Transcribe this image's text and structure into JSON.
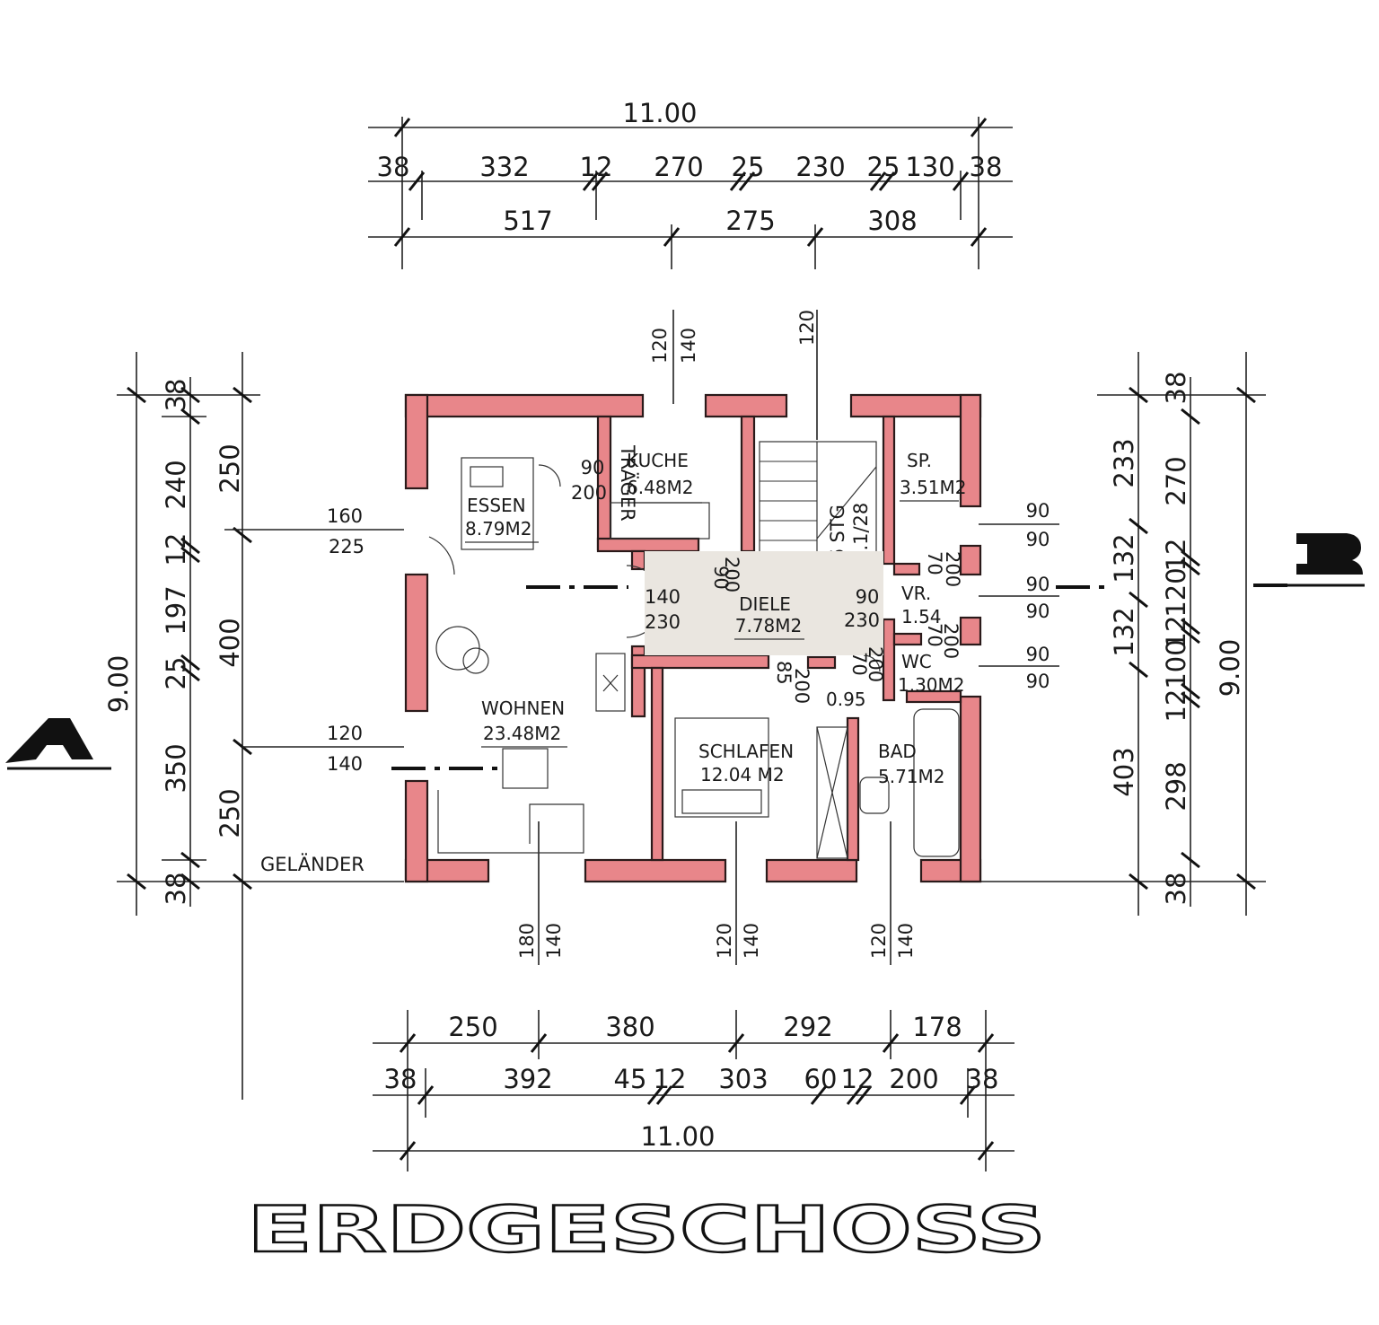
{
  "title": "ERDGESCHOSS",
  "section_markers": {
    "a": "A",
    "b": "B"
  },
  "top_dims": {
    "overall": "11.00",
    "row1": [
      "38",
      "332",
      "12",
      "270",
      "25",
      "230",
      "25",
      "130",
      "38"
    ],
    "row2": [
      "517",
      "275",
      "308"
    ]
  },
  "bottom_dims": {
    "row1": [
      "250",
      "380",
      "292",
      "178"
    ],
    "row2": [
      "38",
      "392",
      "45",
      "12",
      "303",
      "60",
      "12",
      "200",
      "38"
    ],
    "overall": "11.00"
  },
  "left_dims": {
    "overall": "9.00",
    "inner": [
      "38",
      "240",
      "12",
      "197",
      "25",
      "350",
      "38"
    ],
    "outer": [
      "250",
      "400",
      "250"
    ]
  },
  "right_dims": {
    "overall": "9.00",
    "inner": [
      "38",
      "270",
      "12",
      "120",
      "12",
      "100",
      "12",
      "298",
      "38"
    ],
    "outer": [
      "233",
      "132",
      "132",
      "403"
    ]
  },
  "openings": {
    "kueche_top": [
      "120",
      "140"
    ],
    "diele_top": "120",
    "essen_window": [
      "160",
      "225"
    ],
    "wohnen_window": [
      "120",
      "140"
    ],
    "wohnen_bottom": [
      "180",
      "140"
    ],
    "schlafen_bottom": [
      "120",
      "140"
    ],
    "bad_bottom": [
      "120",
      "140"
    ],
    "right_windows": [
      "90",
      "90",
      "90",
      "90",
      "90",
      "90"
    ],
    "kueche_door": [
      "90",
      "200"
    ],
    "diele_doors": [
      "90",
      "200",
      "140",
      "230",
      "90",
      "230"
    ],
    "schlafen_door": [
      "85",
      "200"
    ],
    "sp_door": [
      "70",
      "200"
    ],
    "wc_door": [
      "70",
      "200"
    ],
    "bad_door": [
      "70",
      "200"
    ]
  },
  "rooms": {
    "essen": {
      "name": "ESSEN",
      "area": "8.79M2"
    },
    "kueche": {
      "name": "KUCHE",
      "area": "6.48M2"
    },
    "diele": {
      "name": "DIELE",
      "area": "7.78M2"
    },
    "wohnen": {
      "name": "WOHNEN",
      "area": "23.48M2"
    },
    "schlafen": {
      "name": "SCHLAFEN",
      "area": "12.04 M2"
    },
    "sp": {
      "name": "SP.",
      "area": "3.51M2"
    },
    "vr": {
      "name": "VR.",
      "area": "1.54"
    },
    "wc": {
      "name": "WC",
      "area": "1.30M2"
    },
    "bad": {
      "name": "BAD",
      "area": "5.71M2"
    },
    "closet": {
      "area": "0.95"
    }
  },
  "stairs": {
    "label": "16 STG",
    "ratio": "18.1/28"
  },
  "labels": {
    "traeger": "TRÄGER",
    "gelaender": "GELÄNDER"
  },
  "colors": {
    "wall_fill": "#e8868a",
    "ink": "#1a1a1a"
  }
}
